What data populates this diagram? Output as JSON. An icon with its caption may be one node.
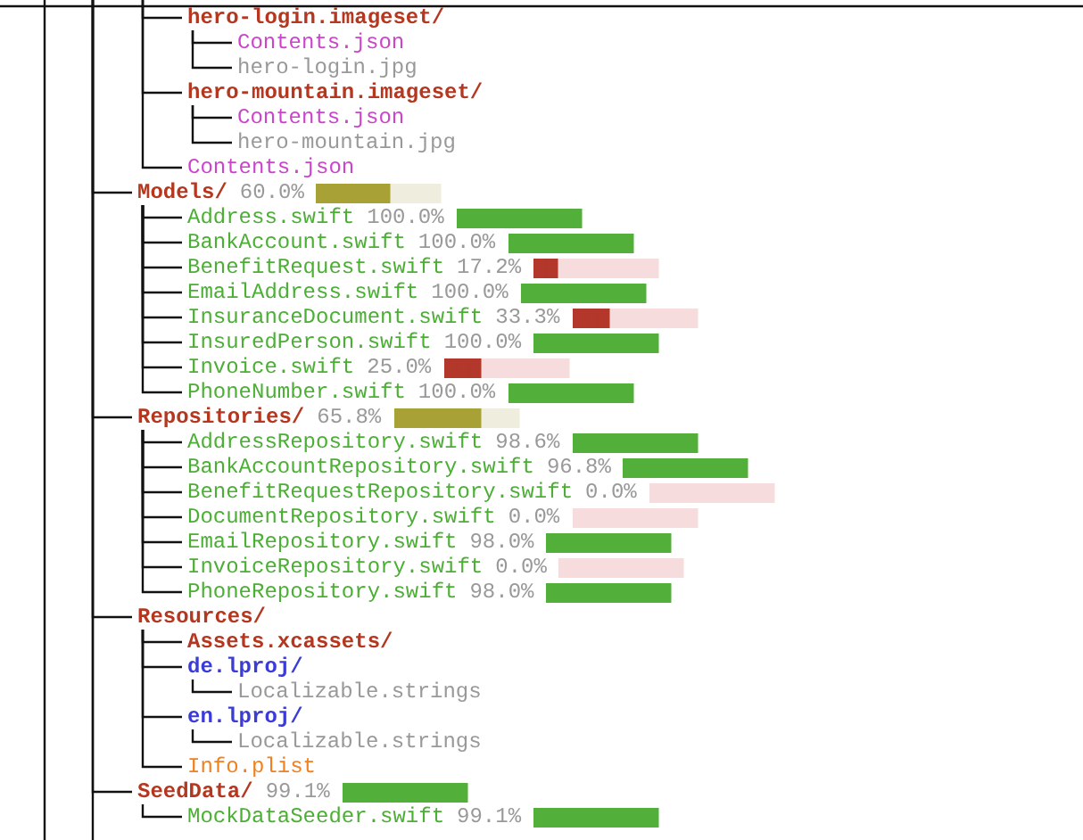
{
  "diagram": {
    "nodes": [
      {
        "text": [
          "hero-login.imageset/"
        ]
      },
      {
        "text": [
          "Contents.json"
        ]
      },
      {
        "text": [
          "hero-login.jpg"
        ]
      },
      {
        "text": [
          "hero-mountain.imageset/"
        ]
      },
      {
        "text": [
          "Contents.json"
        ]
      },
      {
        "text": [
          "hero-mountain.jpg"
        ]
      },
      {
        "text": [
          "Contents.json"
        ]
      },
      {
        "text": [
          "Models/"
        ],
        "beside": [
          "60.0%"
        ]
      },
      {
        "text": [
          "Address.swift"
        ],
        "beside": [
          "100.0%"
        ]
      },
      {
        "text": [
          "BankAccount.swift"
        ],
        "beside": [
          "100.0%"
        ]
      },
      {
        "text": [
          "BenefitRequest.swift"
        ],
        "beside": [
          "17.2%"
        ]
      },
      {
        "text": [
          "EmailAddress.swift"
        ],
        "beside": [
          "100.0%"
        ]
      },
      {
        "text": [
          "InsuranceDocument.swift"
        ],
        "beside": [
          "33.3%"
        ]
      },
      {
        "text": [
          "InsuredPerson.swift"
        ],
        "beside": [
          "100.0%"
        ]
      },
      {
        "text": [
          "Invoice.swift"
        ],
        "beside": [
          "25.0%"
        ]
      },
      {
        "text": [
          "PhoneNumber.swift"
        ],
        "beside": [
          "100.0%"
        ]
      },
      {
        "text": [
          "Repositories/"
        ],
        "beside": [
          "65.8%"
        ]
      },
      {
        "text": [
          "AddressRepository.swift"
        ],
        "beside": [
          "98.6%"
        ]
      },
      {
        "text": [
          "BankAccountRepository.swift"
        ],
        "beside": [
          "96.8%"
        ]
      },
      {
        "text": [
          "BenefitRequestRepository.swift"
        ],
        "beside": [
          "0.0%"
        ]
      },
      {
        "text": [
          "DocumentRepository.swift"
        ],
        "beside": [
          "0.0%"
        ]
      },
      {
        "text": [
          "EmailRepository.swift"
        ],
        "beside": [
          "98.0%"
        ]
      },
      {
        "text": [
          "InvoiceRepository.swift"
        ],
        "beside": [
          "0.0%"
        ]
      },
      {
        "text": [
          "PhoneRepository.swift"
        ],
        "beside": [
          "98.0%"
        ]
      },
      {
        "text": [
          "Resources/"
        ]
      },
      {
        "text": [
          "Assets.xcassets/"
        ]
      },
      {
        "text": [
          "de.lproj/"
        ]
      },
      {
        "text": [
          "Localizable.strings"
        ]
      },
      {
        "text": [
          "en.lproj/"
        ]
      },
      {
        "text": [
          "Localizable.strings"
        ]
      },
      {
        "text": [
          "Info.plist"
        ]
      },
      {
        "text": [
          "SeedData/"
        ],
        "beside": [
          "99.1%"
        ]
      },
      {
        "text": [
          "MockDataSeeder.swift"
        ],
        "beside": [
          "99.1%"
        ]
      }
    ],
    "edges": [
      {
        "from": null,
        "to": 0,
        "arrow": "none"
      },
      {
        "from": 0,
        "to": 1,
        "arrow": "none"
      },
      {
        "from": 0,
        "to": 2,
        "arrow": "none"
      },
      {
        "from": null,
        "to": 3,
        "arrow": "none"
      },
      {
        "from": 3,
        "to": 4,
        "arrow": "none"
      },
      {
        "from": 3,
        "to": 5,
        "arrow": "none"
      },
      {
        "from": null,
        "to": 6,
        "arrow": "none"
      },
      {
        "from": null,
        "to": 7,
        "arrow": "none"
      },
      {
        "from": 7,
        "to": 8,
        "arrow": "none"
      },
      {
        "from": 7,
        "to": 9,
        "arrow": "none"
      },
      {
        "from": 7,
        "to": 10,
        "arrow": "none"
      },
      {
        "from": 7,
        "to": 11,
        "arrow": "none"
      },
      {
        "from": 7,
        "to": 12,
        "arrow": "none"
      },
      {
        "from": 7,
        "to": 13,
        "arrow": "none"
      },
      {
        "from": 7,
        "to": 14,
        "arrow": "none"
      },
      {
        "from": 7,
        "to": 15,
        "arrow": "none"
      },
      {
        "from": null,
        "to": 16,
        "arrow": "none"
      },
      {
        "from": 16,
        "to": 17,
        "arrow": "none"
      },
      {
        "from": 16,
        "to": 18,
        "arrow": "none"
      },
      {
        "from": 16,
        "to": 19,
        "arrow": "none"
      },
      {
        "from": 16,
        "to": 20,
        "arrow": "none"
      },
      {
        "from": 16,
        "to": 21,
        "arrow": "none"
      },
      {
        "from": 16,
        "to": 22,
        "arrow": "none"
      },
      {
        "from": 16,
        "to": 23,
        "arrow": "none"
      },
      {
        "from": null,
        "to": 24,
        "arrow": "none"
      },
      {
        "from": 24,
        "to": 25,
        "arrow": "none"
      },
      {
        "from": 24,
        "to": 26,
        "arrow": "none"
      },
      {
        "from": 26,
        "to": 27,
        "arrow": "none"
      },
      {
        "from": 24,
        "to": 28,
        "arrow": "none"
      },
      {
        "from": 28,
        "to": 29,
        "arrow": "none"
      },
      {
        "from": 24,
        "to": 30,
        "arrow": "none"
      },
      {
        "from": null,
        "to": 31,
        "arrow": "none"
      },
      {
        "from": 31,
        "to": 32,
        "arrow": "none"
      }
    ]
  }
}
